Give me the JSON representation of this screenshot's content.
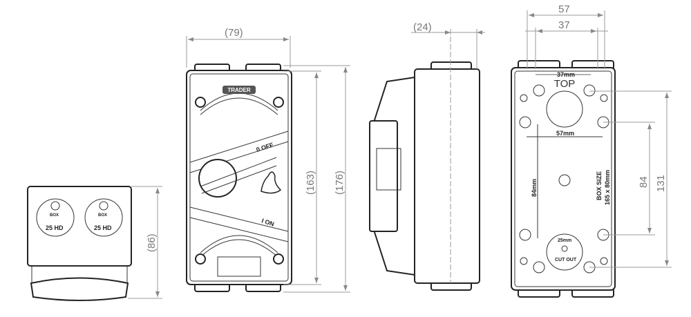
{
  "dimensions": {
    "front_width": "(79)",
    "side_depth": "(24)",
    "back_outer_width": "57",
    "back_inner_width": "37",
    "front_inner_height": "(163)",
    "front_outer_height": "(176)",
    "back_inner_height": "84",
    "back_outer_height": "131",
    "bottom_height": "(86)"
  },
  "front_view": {
    "brand": "TRADER",
    "off_label": "0 OFF",
    "on_label": "I ON"
  },
  "bottom_view": {
    "gland_label_top": "BOX",
    "gland_label": "25 HD"
  },
  "back_view": {
    "top_width": "37mm",
    "top_label": "TOP",
    "mid_width": "57mm",
    "height_label": "84mm",
    "box_size_label": "BOX SIZE",
    "box_size_value": "165 x 80mm",
    "cutout_size": "25mm",
    "cutout_label": "CUT OUT"
  }
}
